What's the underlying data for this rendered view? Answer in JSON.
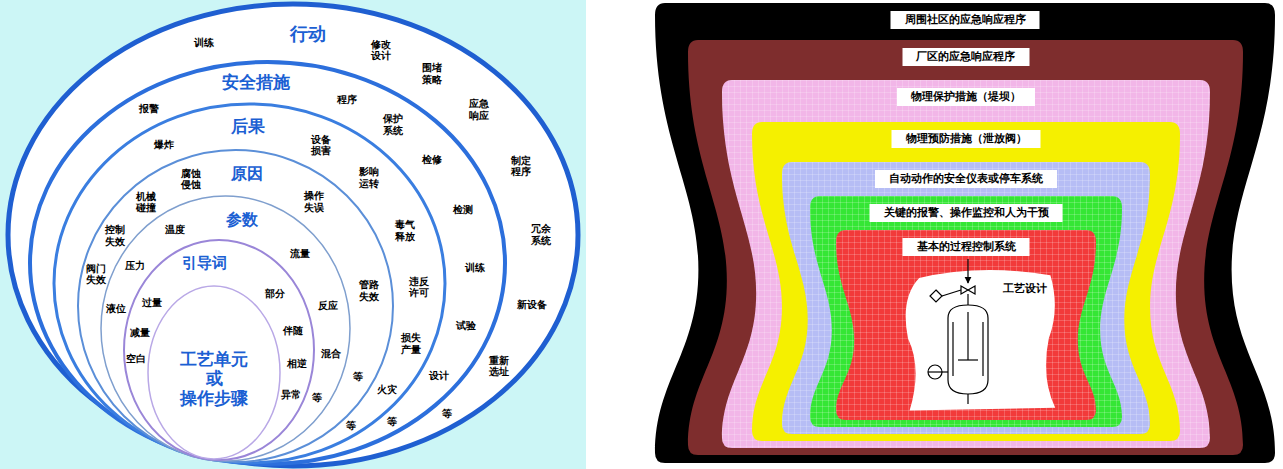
{
  "diagram": {
    "nodes": [
      {
        "text": [
          "行动",
          "训练",
          "修改 设计",
          "围堵 策略",
          "应急 响应",
          "制定 程序",
          "冗余 系统",
          "新设备",
          "重新 选址",
          "等"
        ]
      },
      {
        "text": [
          "安全措施",
          "报警",
          "程序",
          "保护 系统",
          "检修",
          "检测",
          "训练",
          "试验",
          "设计",
          "等"
        ],
        "in": 0
      },
      {
        "text": [
          "后果",
          "爆炸",
          "设备 损害",
          "影响 运转",
          "毒气 释放",
          "违反 许可",
          "损失 产量",
          "火灾",
          "等"
        ],
        "in": 1
      },
      {
        "text": [
          "原因",
          "机械 碰撞",
          "腐蚀 侵蚀",
          "操作 失误",
          "控制 失效",
          "阀门 失效",
          "管路 失效",
          "等"
        ],
        "in": 2
      },
      {
        "text": [
          "参数",
          "温度",
          "压力",
          "液位",
          "流量",
          "反应",
          "混合",
          "等"
        ],
        "in": 3
      },
      {
        "text": [
          "引导词",
          "过量",
          "减量",
          "空白",
          "部分",
          "伴随",
          "相逆",
          "异常"
        ],
        "in": 4
      },
      {
        "text": [
          "工艺单元 或 操作步骤"
        ],
        "in": 5
      },
      {
        "text": [
          "周围社区的应急响应程序"
        ]
      },
      {
        "text": [
          "厂区的应急响应程序"
        ],
        "in": 7
      },
      {
        "text": [
          "物理保护措施（堤坝）"
        ],
        "in": 8
      },
      {
        "text": [
          "物理预防措施（泄放阀）"
        ],
        "in": 9
      },
      {
        "text": [
          "自动动作的安全仪表或停车系统"
        ],
        "in": 10
      },
      {
        "text": [
          "关键的报警、操作监控和人为干预"
        ],
        "in": 11
      },
      {
        "text": [
          "基本的过程控制系统"
        ],
        "in": 12
      },
      {
        "text": [
          "工艺设计"
        ],
        "in": 13
      }
    ]
  }
}
